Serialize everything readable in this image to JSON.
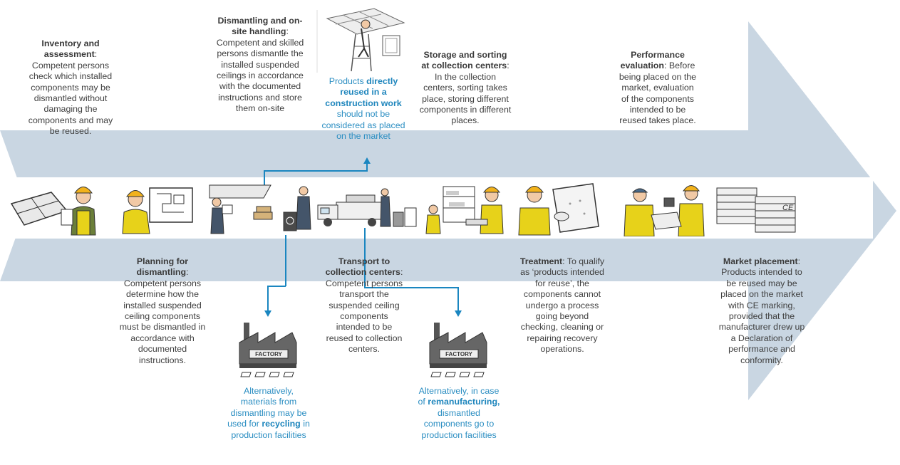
{
  "steps": {
    "inventory": {
      "title": "Inventory and assessment",
      "body": "Competent persons check which installed components may be dismantled without damaging the components and may be reused."
    },
    "planning": {
      "title": "Planning for dismantling",
      "body": "Competent persons determine how the installed suspended ceiling components must be dismantled in accordance with documented instructions."
    },
    "dismantling": {
      "title": "Dismantling and on-site handling",
      "body": "Competent and skilled persons dismantle the installed suspended ceilings in accordance with the documented instructions and store them on-site"
    },
    "transport": {
      "title": "Transport to collection centers",
      "body": "Competent persons transport the suspended ceiling components intended to be reused to collection centers."
    },
    "storage": {
      "title": "Storage and sorting at collection centers",
      "body": "In the collection centers, sorting takes place, storing different components in different places."
    },
    "treatment": {
      "title": "Treatment",
      "body": "To qualify as ‘products intended for reuse’, the components cannot undergo a process going beyond checking, cleaning or repairing recovery operations."
    },
    "performance": {
      "title": "Performance evaluation",
      "body": "Before being placed on the market, evaluation of the components intended to be reused takes place."
    },
    "market": {
      "title": "Market placement",
      "body": "Products intended to be reused may be placed on the market with CE marking, provided that the manufacturer drew up a Declaration of performance and conformity."
    }
  },
  "branches": {
    "direct_reuse": {
      "pre": "Products",
      "bold": "directly reused in a construction work",
      "post": "should not be considered as placed on the market"
    },
    "recycling": {
      "pre": "Alternatively, materials from dismantling may be used for",
      "bold": "recycling",
      "post": "in production facilities"
    },
    "remanufacturing": {
      "pre": "Alternatively, in case of",
      "bold": "remanufacturing,",
      "post": "dismantled components go to production facilities"
    }
  },
  "factory_label": "FACTORY",
  "ce_mark": "CE",
  "colors": {
    "arrow": "#c9d6e2",
    "blue_line": "#1a86c0",
    "blue_text": "#2b8ec2"
  }
}
